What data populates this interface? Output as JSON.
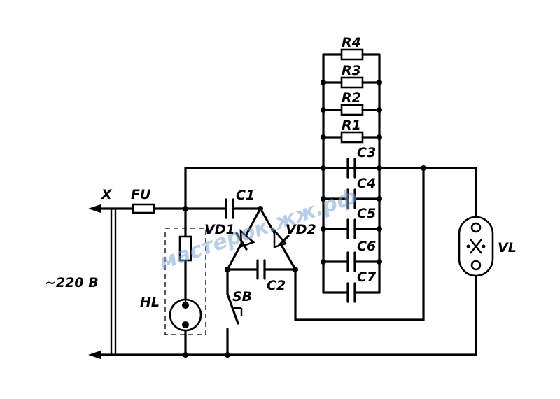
{
  "diagram": {
    "labels": {
      "x": "X",
      "fu": "FU",
      "c1": "C1",
      "c2": "C2",
      "c3": "C3",
      "c4": "C4",
      "c5": "C5",
      "c6": "C6",
      "c7": "C7",
      "r1": "R1",
      "r2": "R2",
      "r3": "R3",
      "r4": "R4",
      "vd1": "VD1",
      "vd2": "VD2",
      "sb": "SB",
      "hl": "HL",
      "vl": "VL",
      "supply": "~220 В"
    },
    "watermark": "мастерок.жж.рф"
  }
}
